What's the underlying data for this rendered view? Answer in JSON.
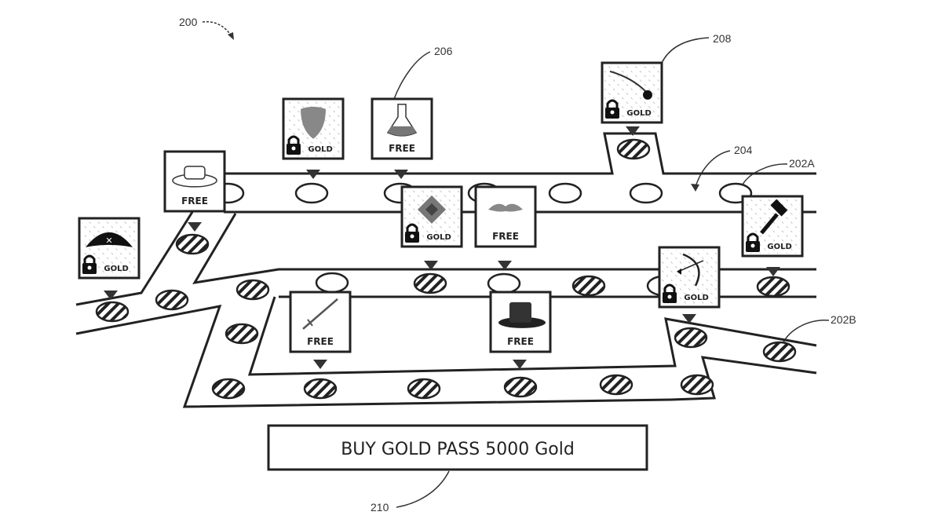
{
  "figure": {
    "ref_main": "200",
    "ref_path_top": "202A",
    "ref_path_bottom": "202B",
    "ref_track": "204",
    "ref_free_tier_item": "206",
    "ref_gold_tier_item": "208",
    "ref_buy_button": "210"
  },
  "tiles": [
    {
      "id": "pirate-hat",
      "icon": "pirate-hat-icon",
      "label": "GOLD",
      "locked": true
    },
    {
      "id": "straw-hat",
      "icon": "straw-hat-icon",
      "label": "FREE",
      "locked": false
    },
    {
      "id": "shield",
      "icon": "shield-icon",
      "label": "GOLD",
      "locked": true
    },
    {
      "id": "potion",
      "icon": "potion-flask-icon",
      "label": "FREE",
      "locked": false
    },
    {
      "id": "gem",
      "icon": "gem-icon",
      "label": "GOLD",
      "locked": true
    },
    {
      "id": "mustache",
      "icon": "mustache-icon",
      "label": "FREE",
      "locked": false
    },
    {
      "id": "cutlass",
      "icon": "cutlass-icon",
      "label": "GOLD",
      "locked": true
    },
    {
      "id": "hammer",
      "icon": "hammer-icon",
      "label": "GOLD",
      "locked": true
    },
    {
      "id": "sword",
      "icon": "sword-icon",
      "label": "FREE",
      "locked": false
    },
    {
      "id": "top-hat",
      "icon": "top-hat-icon",
      "label": "FREE",
      "locked": false
    },
    {
      "id": "bow",
      "icon": "bow-arrow-icon",
      "label": "GOLD",
      "locked": true
    }
  ],
  "buy_button": {
    "label": "BUY GOLD PASS  5000 Gold"
  }
}
